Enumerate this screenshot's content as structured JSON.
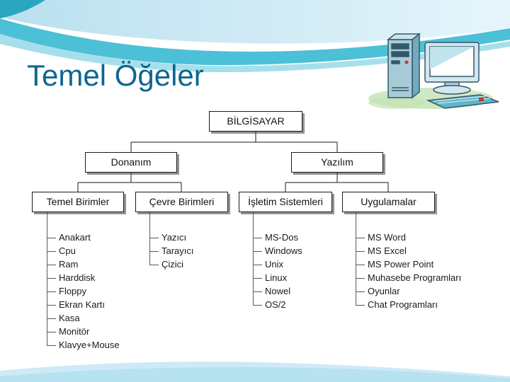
{
  "slide": {
    "title": "Temel Öğeler"
  },
  "colors": {
    "title_text": "#0f6591",
    "wave_teal": "#4cc0d7",
    "wave_light_blue": "#b9e0ef",
    "box_border": "#1a1a1a",
    "connector_line": "#1a1a1a",
    "list_line": "#595959",
    "clipart_grass_green": "#cfe8c4"
  },
  "icons": {
    "computer_clipart": "computer-clipart",
    "header_decoration": "wave-ribbon",
    "footer_decoration": "wave-ribbon"
  },
  "tree": {
    "root": {
      "label": "BİLGİSAYAR"
    },
    "level2": [
      {
        "label": "Donanım"
      },
      {
        "label": "Yazılım"
      }
    ],
    "level3": [
      {
        "label": "Temel Birimler",
        "parent": "Donanım",
        "items": [
          "Anakart",
          "Cpu",
          "Ram",
          "Harddisk",
          "Floppy",
          "Ekran Kartı",
          "Kasa",
          "Monitör",
          "Klavye+Mouse"
        ]
      },
      {
        "label": "Çevre Birimleri",
        "parent": "Donanım",
        "items": [
          "Yazıcı",
          "Tarayıcı",
          "Çizici"
        ]
      },
      {
        "label": "İşletim Sistemleri",
        "parent": "Yazılım",
        "items": [
          "MS-Dos",
          "Windows",
          "Unix",
          "Linux",
          "Nowel",
          "OS/2"
        ]
      },
      {
        "label": "Uygulamalar",
        "parent": "Yazılım",
        "items": [
          "MS Word",
          "MS Excel",
          "MS Power Point",
          "Muhasebe Programları",
          "Oyunlar",
          "Chat Programları"
        ]
      }
    ]
  }
}
